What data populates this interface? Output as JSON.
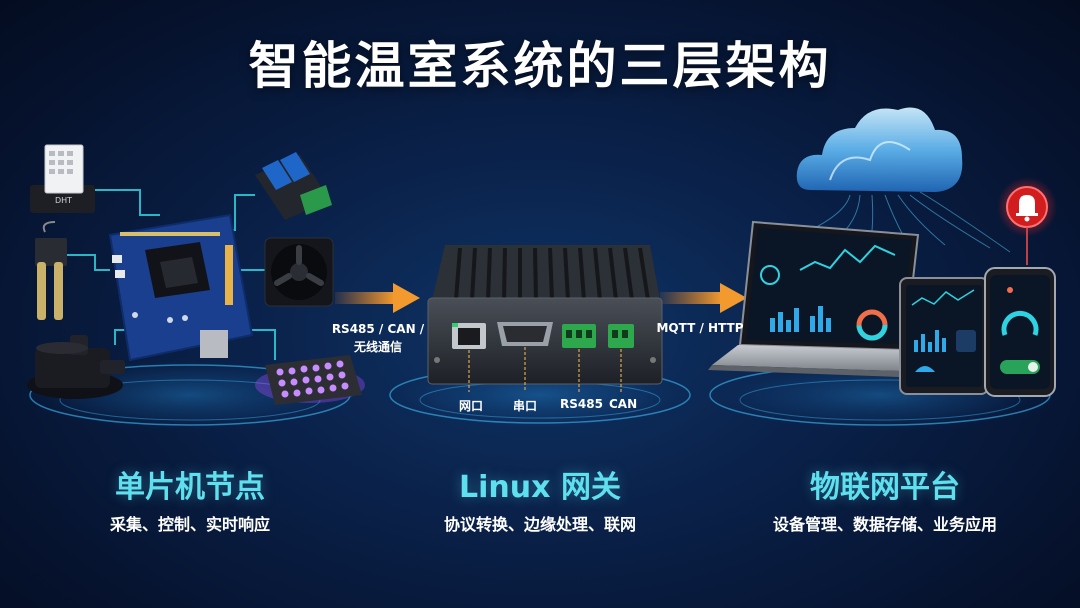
{
  "title": "智能温室系统的三层架构",
  "stages": [
    {
      "name": "单片机节点",
      "desc": "采集、控制、实时响应"
    },
    {
      "name": "Linux 网关",
      "desc": "协议转换、边缘处理、联网"
    },
    {
      "name": "物联网平台",
      "desc": "设备管理、数据存储、业务应用"
    }
  ],
  "links": [
    {
      "label_line1": "RS485 / CAN /",
      "label_line2": "无线通信"
    },
    {
      "label_line1": "MQTT / HTTP"
    }
  ],
  "gateway_ports": [
    "网口",
    "串口",
    "RS485",
    "CAN"
  ],
  "sensor_label": "DHT",
  "colors": {
    "accent": "#5fe0ee",
    "arrow": "#f08a24",
    "wire": "#2fd2e0",
    "glow": "#2aa8d8"
  }
}
